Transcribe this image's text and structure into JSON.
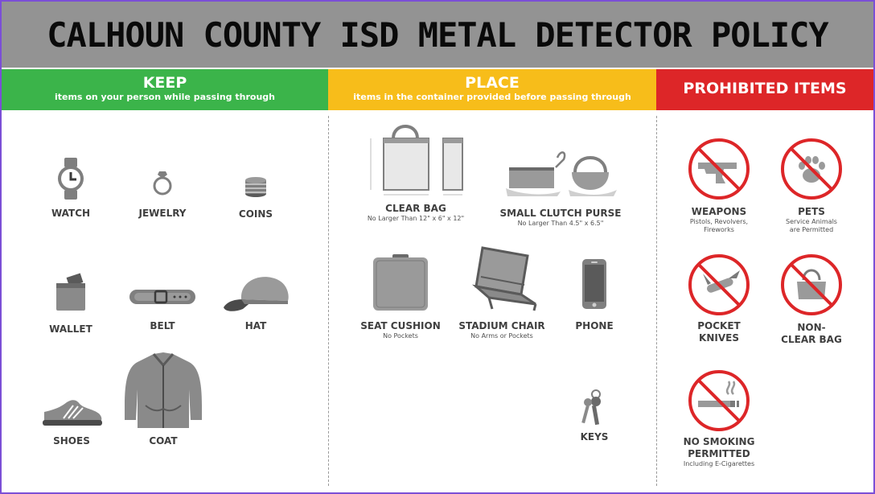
{
  "title": "CALHOUN COUNTY ISD METAL DETECTOR POLICY",
  "colors": {
    "keep": "#3bb44a",
    "place": "#f7bd1a",
    "prohibited": "#dd2628",
    "title_bar": "#939393",
    "icon": "#7f7f7f"
  },
  "keep": {
    "title": "KEEP",
    "subtitle": "items on your person while passing through",
    "items": [
      {
        "label": "WATCH",
        "icon": "watch-icon"
      },
      {
        "label": "JEWELRY",
        "icon": "ring-icon"
      },
      {
        "label": "COINS",
        "icon": "coins-icon"
      },
      {
        "label": "WALLET",
        "icon": "wallet-icon"
      },
      {
        "label": "BELT",
        "icon": "belt-icon"
      },
      {
        "label": "HAT",
        "icon": "hat-icon"
      },
      {
        "label": "SHOES",
        "icon": "shoe-icon"
      },
      {
        "label": "COAT",
        "icon": "coat-icon"
      }
    ]
  },
  "place": {
    "title": "PLACE",
    "subtitle": "items in the container provided before passing through",
    "items": [
      {
        "label": "CLEAR BAG",
        "sub": "No Larger Than 12\" x 6\" x 12\"",
        "icon": "clear-bag-icon"
      },
      {
        "label": "SMALL CLUTCH PURSE",
        "sub": "No Larger Than 4.5\" x 6.5\"",
        "icon": "clutch-purse-icon"
      },
      {
        "label": "SEAT CUSHION",
        "sub": "No Pockets",
        "icon": "seat-cushion-icon"
      },
      {
        "label": "STADIUM CHAIR",
        "sub": "No Arms or Pockets",
        "icon": "stadium-chair-icon"
      },
      {
        "label": "PHONE",
        "icon": "phone-icon"
      },
      {
        "label": "KEYS",
        "icon": "keys-icon"
      }
    ]
  },
  "prohibited": {
    "title": "PROHIBITED ITEMS",
    "items": [
      {
        "label": "WEAPONS",
        "sub": "Pistols, Revolvers, Fireworks",
        "icon": "gun-icon"
      },
      {
        "label": "PETS",
        "sub": "Service Animals are Permitted",
        "icon": "paw-icon"
      },
      {
        "label": "POCKET KNIVES",
        "icon": "knife-icon"
      },
      {
        "label": "NON-CLEAR BAG",
        "icon": "bag-icon"
      },
      {
        "label": "NO SMOKING PERMITTED",
        "sub": "Including E-Cigarettes",
        "icon": "cigarette-icon"
      }
    ]
  }
}
